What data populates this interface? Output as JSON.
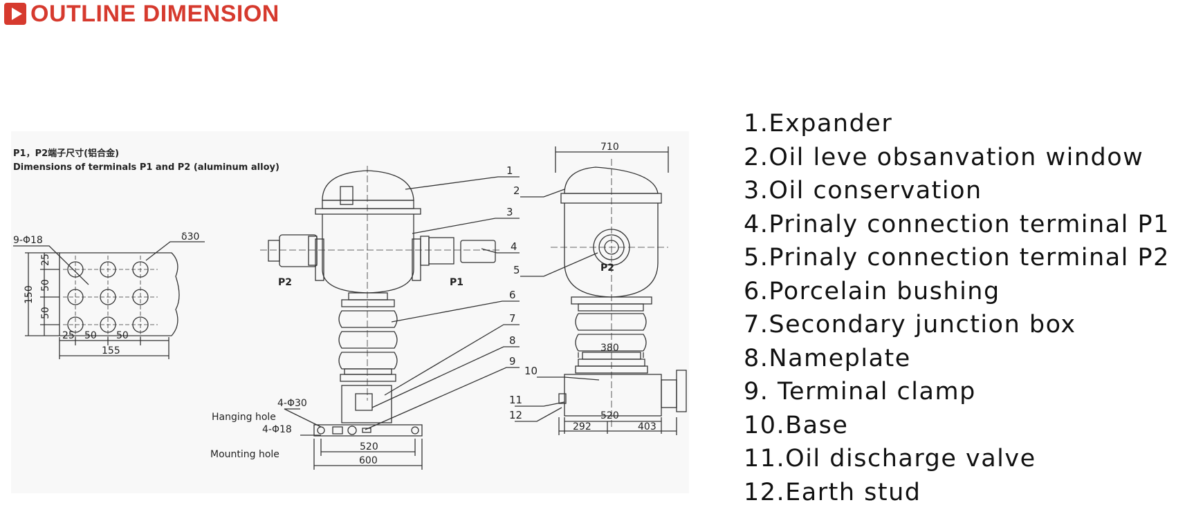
{
  "header": {
    "title": "OUTLINE DIMENSION",
    "icon": "play-icon",
    "accent_color": "#d63a2e"
  },
  "drawing": {
    "terminal_note_cn": "P1，P2端子尺寸(铝合金)",
    "terminal_note_en": "Dimensions of terminals P1 and P2 (aluminum alloy)",
    "holes_label": "9-Φ18",
    "thickness_label": "δ30",
    "dim_150": "150",
    "dim_25_v": "25",
    "dim_50_v1": "50",
    "dim_50_v2": "50",
    "dim_25_h": "25",
    "dim_50_h1": "50",
    "dim_50_h2": "50",
    "dim_155": "155",
    "label_p2": "P2",
    "label_p1": "P1",
    "hanging_spec": "4-Φ30",
    "hanging_text": "Hanging hole",
    "mounting_spec": "4-Φ18",
    "mounting_text": "Mounting hole",
    "dim_520_front": "520",
    "dim_600": "600",
    "dim_710": "710",
    "dim_380": "380",
    "dim_520_side": "520",
    "dim_292": "292",
    "dim_403": "403",
    "side_p2": "P2",
    "callouts": [
      "1",
      "2",
      "3",
      "4",
      "5",
      "6",
      "7",
      "8",
      "9",
      "10",
      "11",
      "12"
    ]
  },
  "legend": {
    "items": [
      "1.Expander",
      "2.Oil leve obsanvation window",
      "3.Oil conservation",
      "4.Prinaly connection terminal P1",
      "5.Prinaly connection terminal P2",
      "6.Porcelain bushing",
      "7.Secondary junction box",
      "8.Nameplate",
      "9. Terminal clamp",
      "10.Base",
      "11.Oil discharge valve",
      "12.Earth stud"
    ]
  }
}
